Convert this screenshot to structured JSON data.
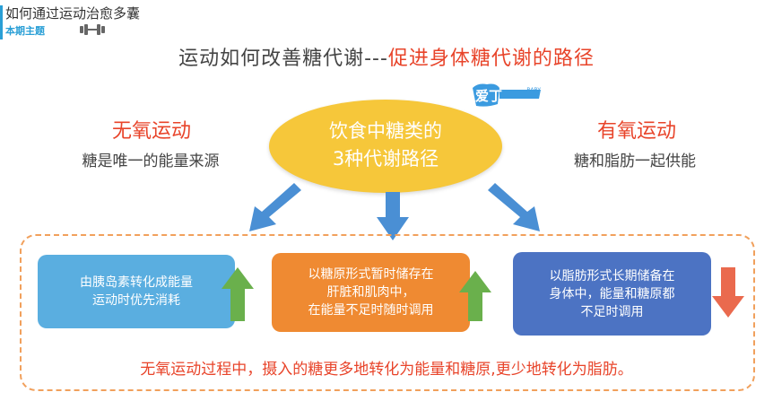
{
  "header": {
    "title": "如何通过运动治愈多囊",
    "subtitle": "本期主题"
  },
  "headline": {
    "part1": "运动如何改善糖代谢---",
    "part2": "促进身体糖代谢的路径"
  },
  "logo": {
    "main_char": "爱丁",
    "small_text": "BABY"
  },
  "center": {
    "line1": "饮食中糖类的",
    "line2": "3种代谢路径"
  },
  "left": {
    "title": "无氧运动",
    "subtitle": "糖是唯一的能量来源"
  },
  "right": {
    "title": "有氧运动",
    "subtitle": "糖和脂肪一起供能"
  },
  "boxes": [
    {
      "line1": "由胰岛素转化成能量",
      "line2": "运动时优先消耗",
      "line3": "",
      "arrow": "up"
    },
    {
      "line1": "以糖原形式暂时储存在",
      "line2": "肝脏和肌肉中，",
      "line3": "在能量不足时随时调用",
      "arrow": "up"
    },
    {
      "line1": "以脂肪形式长期储备在",
      "line2": "身体中，能量和糖原都",
      "line3": "不足时调用",
      "arrow": "down"
    }
  ],
  "footer": "无氧运动过程中，摄入的糖更多地转化为能量和糖原,更少地转化为脂肪。",
  "colors": {
    "accent_red": "#e8442a",
    "ellipse_yellow": "#f6c73a",
    "arrow_blue": "#4a8fd4",
    "arrow_green": "#6ab04c",
    "arrow_red": "#ea6a4e",
    "box_blue": "#5aaee0",
    "box_orange": "#ef8a32",
    "box_navy": "#4c73c3"
  },
  "icons": [
    "dumbbell-icon",
    "down-arrow-icon",
    "up-arrow-icon"
  ]
}
